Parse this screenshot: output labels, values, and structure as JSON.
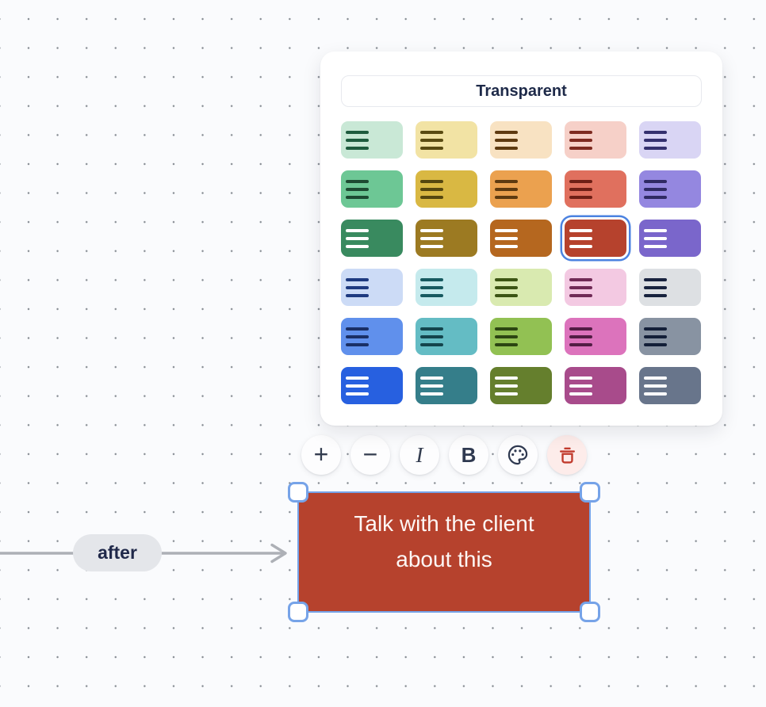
{
  "canvas": {
    "background": "#fafbfd",
    "dot_color": "#82888f"
  },
  "style_panel": {
    "transparent_button_label": "Transparent",
    "selection_ring_color": "#4b82e0",
    "rows": [
      [
        {
          "name": "light-green",
          "bg": "#c9e8d6",
          "bar": "#1e5b3e"
        },
        {
          "name": "light-yellow",
          "bg": "#f2e3a4",
          "bar": "#5a4b12"
        },
        {
          "name": "light-orange",
          "bg": "#f8e2c2",
          "bar": "#5e3a10"
        },
        {
          "name": "light-red",
          "bg": "#f6d0c8",
          "bar": "#7e2a20"
        },
        {
          "name": "light-violet",
          "bg": "#d9d5f4",
          "bar": "#34306e"
        }
      ],
      [
        {
          "name": "medium-green",
          "bg": "#6dc795",
          "bar": "#1d4a32"
        },
        {
          "name": "medium-yellow",
          "bg": "#d9b843",
          "bar": "#55470f"
        },
        {
          "name": "medium-orange",
          "bg": "#eba14f",
          "bar": "#5e3a10"
        },
        {
          "name": "medium-red",
          "bg": "#e0705e",
          "bar": "#6e1f16"
        },
        {
          "name": "medium-violet",
          "bg": "#9487e0",
          "bar": "#2f2a64"
        }
      ],
      [
        {
          "name": "dark-green",
          "bg": "#398a5f",
          "bar": "#ffffff"
        },
        {
          "name": "dark-yellow",
          "bg": "#9c7a22",
          "bar": "#ffffff"
        },
        {
          "name": "dark-orange",
          "bg": "#b5671f",
          "bar": "#ffffff"
        },
        {
          "name": "dark-red",
          "bg": "#b6422d",
          "bar": "#ffffff",
          "selected": true
        },
        {
          "name": "dark-violet",
          "bg": "#7a66cb",
          "bar": "#ffffff"
        }
      ],
      [
        {
          "name": "light-blue",
          "bg": "#ccdbf6",
          "bar": "#1e3a80"
        },
        {
          "name": "light-cyan",
          "bg": "#c5eaed",
          "bar": "#175a60"
        },
        {
          "name": "light-lime",
          "bg": "#d9eab0",
          "bar": "#3c5514"
        },
        {
          "name": "light-pink",
          "bg": "#f3c9e2",
          "bar": "#702a56"
        },
        {
          "name": "light-gray",
          "bg": "#dde0e3",
          "bar": "#18233e"
        }
      ],
      [
        {
          "name": "medium-blue",
          "bg": "#6090ec",
          "bar": "#1a2f66"
        },
        {
          "name": "medium-cyan",
          "bg": "#64bcc4",
          "bar": "#14444c"
        },
        {
          "name": "medium-lime",
          "bg": "#92c153",
          "bar": "#2c4512"
        },
        {
          "name": "medium-pink",
          "bg": "#dc73bc",
          "bar": "#521d44"
        },
        {
          "name": "medium-gray",
          "bg": "#8893a2",
          "bar": "#131f38"
        }
      ],
      [
        {
          "name": "dark-blue",
          "bg": "#2760e0",
          "bar": "#ffffff"
        },
        {
          "name": "dark-cyan",
          "bg": "#357e8a",
          "bar": "#ffffff"
        },
        {
          "name": "dark-lime",
          "bg": "#657f2d",
          "bar": "#ffffff"
        },
        {
          "name": "dark-pink",
          "bg": "#a84b8b",
          "bar": "#ffffff"
        },
        {
          "name": "dark-gray",
          "bg": "#68758b",
          "bar": "#ffffff"
        }
      ]
    ]
  },
  "toolbar": {
    "plus_glyph": "+",
    "minus_glyph": "−",
    "italic_glyph": "I",
    "bold_glyph": "B",
    "icon_color": "#2f3950",
    "delete_icon_color": "#c13a2c",
    "delete_button_bg": "#fdecea"
  },
  "connector": {
    "label": "after",
    "line_color": "#adb0b6",
    "label_bg": "#e4e6ea",
    "label_text_color": "#20294a"
  },
  "node": {
    "lines": [
      "Talk with the client",
      "about this"
    ],
    "fill": "#b6422d",
    "text_color": "#fdf7f5",
    "selection_color": "#76a3e8"
  }
}
